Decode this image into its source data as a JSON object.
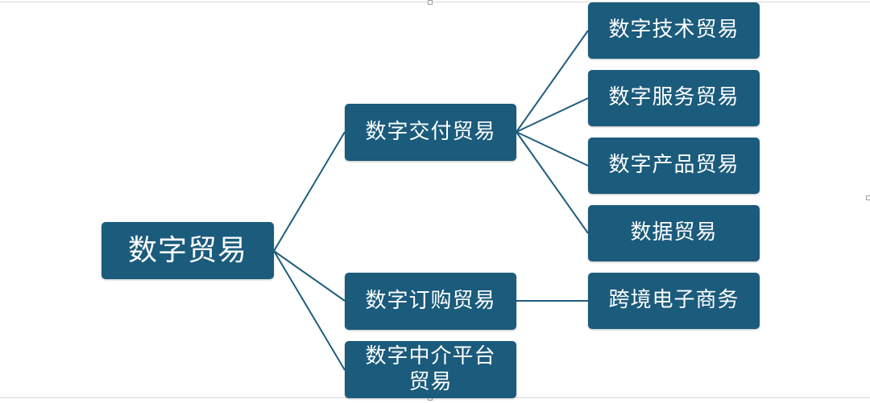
{
  "diagram": {
    "root": {
      "label": "数字贸易"
    },
    "level1": [
      {
        "label": "数字交付贸易"
      },
      {
        "label": "数字订购贸易"
      },
      {
        "label": "数字中介平台贸易"
      }
    ],
    "level2": [
      {
        "label": "数字技术贸易"
      },
      {
        "label": "数字服务贸易"
      },
      {
        "label": "数字产品贸易"
      },
      {
        "label": "数据贸易"
      },
      {
        "label": "跨境电子商务"
      }
    ]
  },
  "colors": {
    "node_fill": "#1b5b7c",
    "connector": "#1f5d7d",
    "text": "#ffffff"
  }
}
